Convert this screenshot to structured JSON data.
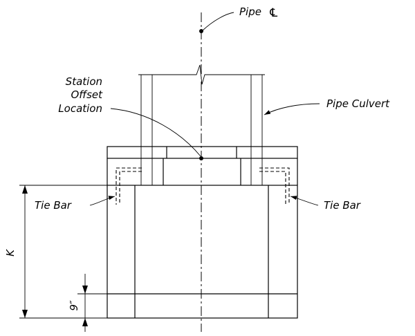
{
  "labels": {
    "pipe_cl": "Pipe",
    "pipe_cl_symbol": "℄",
    "station_line1": "Station",
    "station_line2": "Offset",
    "station_line3": "Location",
    "pipe_culvert": "Pipe Culvert",
    "tie_bar_left": "Tie Bar",
    "tie_bar_right": "Tie Bar",
    "dim_k": "K",
    "dim_9in": "9″"
  }
}
